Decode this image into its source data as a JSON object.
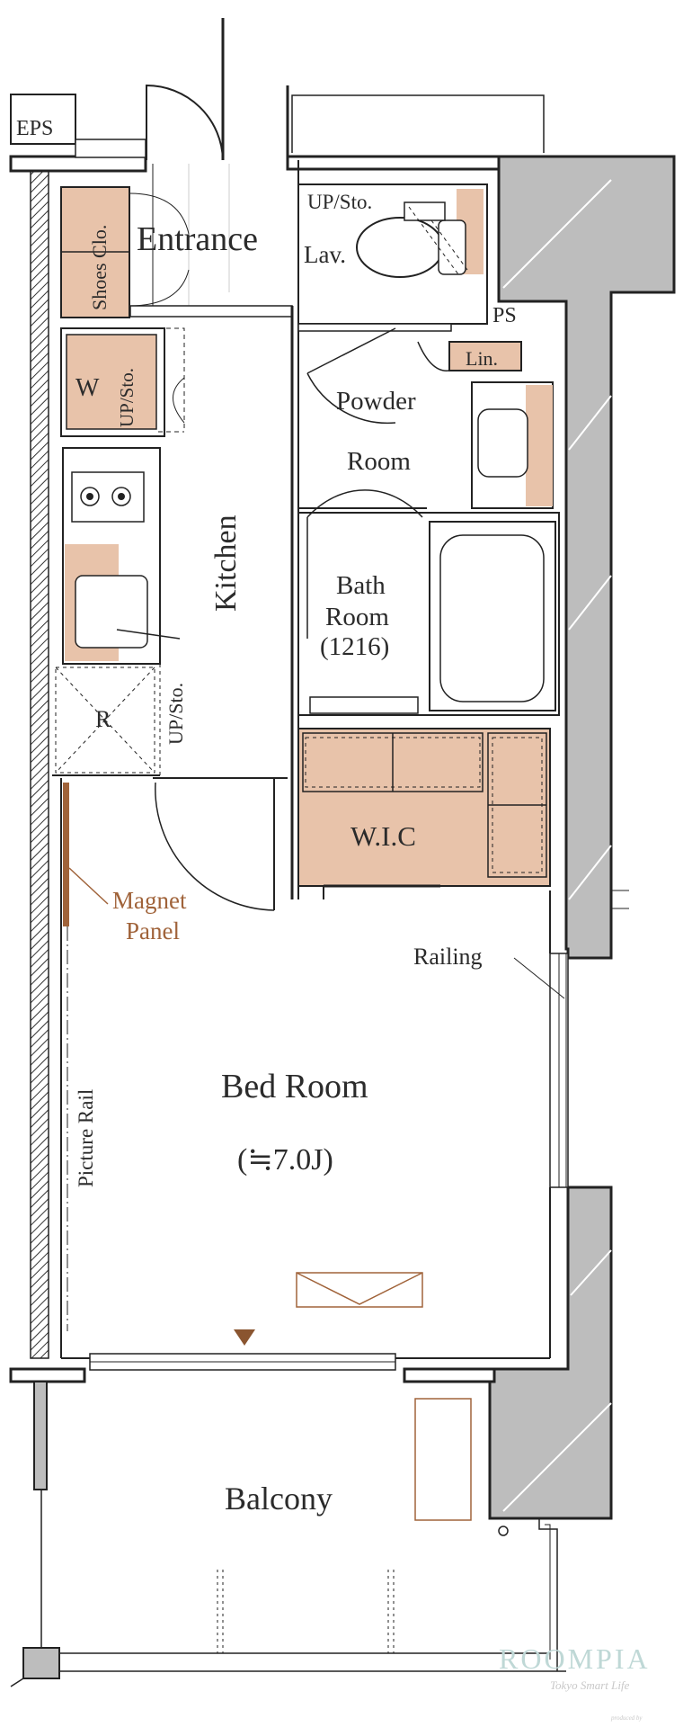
{
  "rooms": {
    "eps": "EPS",
    "entrance": "Entrance",
    "shoes_clo": "Shoes Clo.",
    "up_sto_top": "UP/Sto.",
    "lav": "Lav.",
    "ps": "PS",
    "lin": "Lin.",
    "w": "W",
    "w_up_sto": "UP/Sto.",
    "powder_line1": "Powder",
    "powder_line2": "Room",
    "kitchen": "Kitchen",
    "bath_line1": "Bath",
    "bath_line2": "Room",
    "bath_line3": "(1216)",
    "r": "R",
    "up_sto_kitchen": "UP/Sto.",
    "wic": "W.I.C",
    "magnet_line1": "Magnet",
    "magnet_line2": "Panel",
    "railing": "Railing",
    "picture_rail": "Picture Rail",
    "bedroom": "Bed Room",
    "bedroom_size": "(≒7.0J)",
    "balcony": "Balcony"
  },
  "watermark": {
    "brand": "ROOMPIA",
    "tagline": "Tokyo Smart Life",
    "produced": "produced by"
  },
  "colors": {
    "wall_gray": "#bdbdbd",
    "fixture_tan": "#e8c3aa",
    "magnet_brown": "#a0633a"
  }
}
